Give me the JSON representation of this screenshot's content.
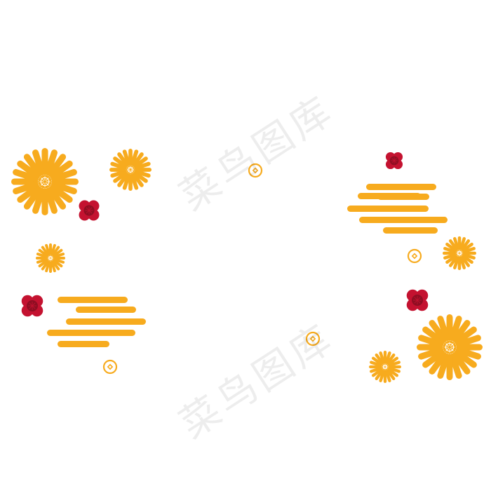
{
  "watermark": {
    "text": "菜鸟图库",
    "color": "#000000"
  },
  "palette": {
    "background": "#ffffff",
    "chrysanthemum": "#F7AB1E",
    "chrysanthemum_center": "#FFFFFF",
    "plum_blossom": "#C41230",
    "plum_blossom_dark": "#8E0E22",
    "cloud": "#F7AB1E",
    "coin": "#F7AB1E"
  },
  "decorations": {
    "chrysanthemums": [
      "chrysanthemum-flower",
      "chrysanthemum-flower",
      "chrysanthemum-flower",
      "chrysanthemum-flower",
      "chrysanthemum-flower",
      "chrysanthemum-flower"
    ],
    "plum_blossoms": [
      "plum-blossom-icon",
      "plum-blossom-icon",
      "plum-blossom-icon",
      "plum-blossom-icon"
    ],
    "clouds": [
      "auspicious-cloud-icon",
      "auspicious-cloud-icon"
    ],
    "coins": [
      "coin-icon",
      "coin-icon",
      "coin-icon",
      "coin-icon"
    ]
  }
}
